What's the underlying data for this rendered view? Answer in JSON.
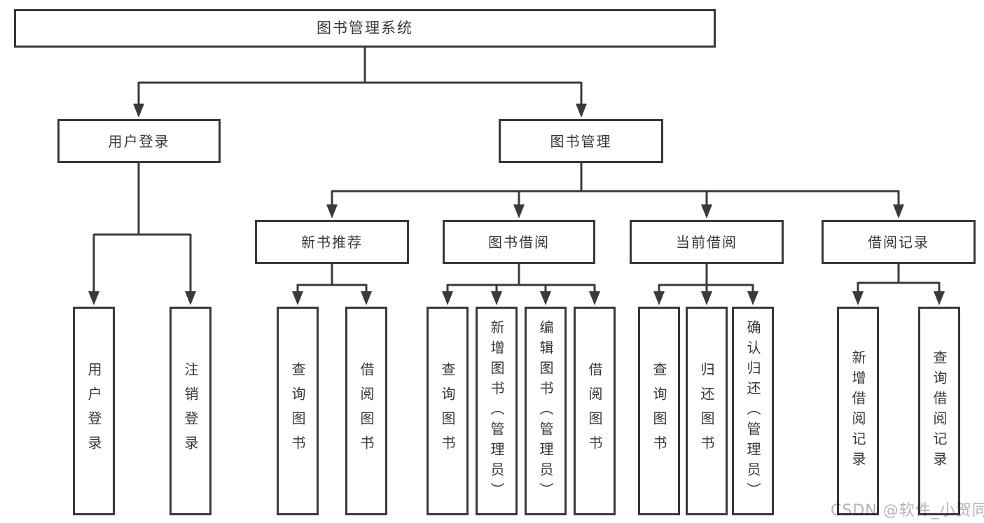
{
  "colors": {
    "background": "#ffffff",
    "box_fill": "#ffffff",
    "box_border": "#383838",
    "line": "#3a3a3a",
    "text": "#36383d",
    "watermark": "#b4b4b4"
  },
  "tree": {
    "root": {
      "label": "图书管理系统"
    },
    "branches": [
      {
        "label": "用户登录",
        "children": [
          {
            "label": "用户登录"
          },
          {
            "label": "注销登录"
          }
        ]
      },
      {
        "label": "图书管理",
        "children": [
          {
            "label": "新书推荐",
            "children": [
              {
                "label": "查询图书"
              },
              {
                "label": "借阅图书"
              }
            ]
          },
          {
            "label": "图书借阅",
            "children": [
              {
                "label": "查询图书"
              },
              {
                "label": "新增图书（管理员）"
              },
              {
                "label": "编辑图书（管理员）"
              },
              {
                "label": "借阅图书"
              }
            ]
          },
          {
            "label": "当前借阅",
            "children": [
              {
                "label": "查询图书"
              },
              {
                "label": "归还图书"
              },
              {
                "label": "确认归还（管理员）"
              }
            ]
          },
          {
            "label": "借阅记录",
            "children": [
              {
                "label": "新增借阅记录"
              },
              {
                "label": "查询借阅记录"
              }
            ]
          }
        ]
      }
    ]
  },
  "watermark": {
    "text": "CSDN @软件_小贺同学"
  }
}
